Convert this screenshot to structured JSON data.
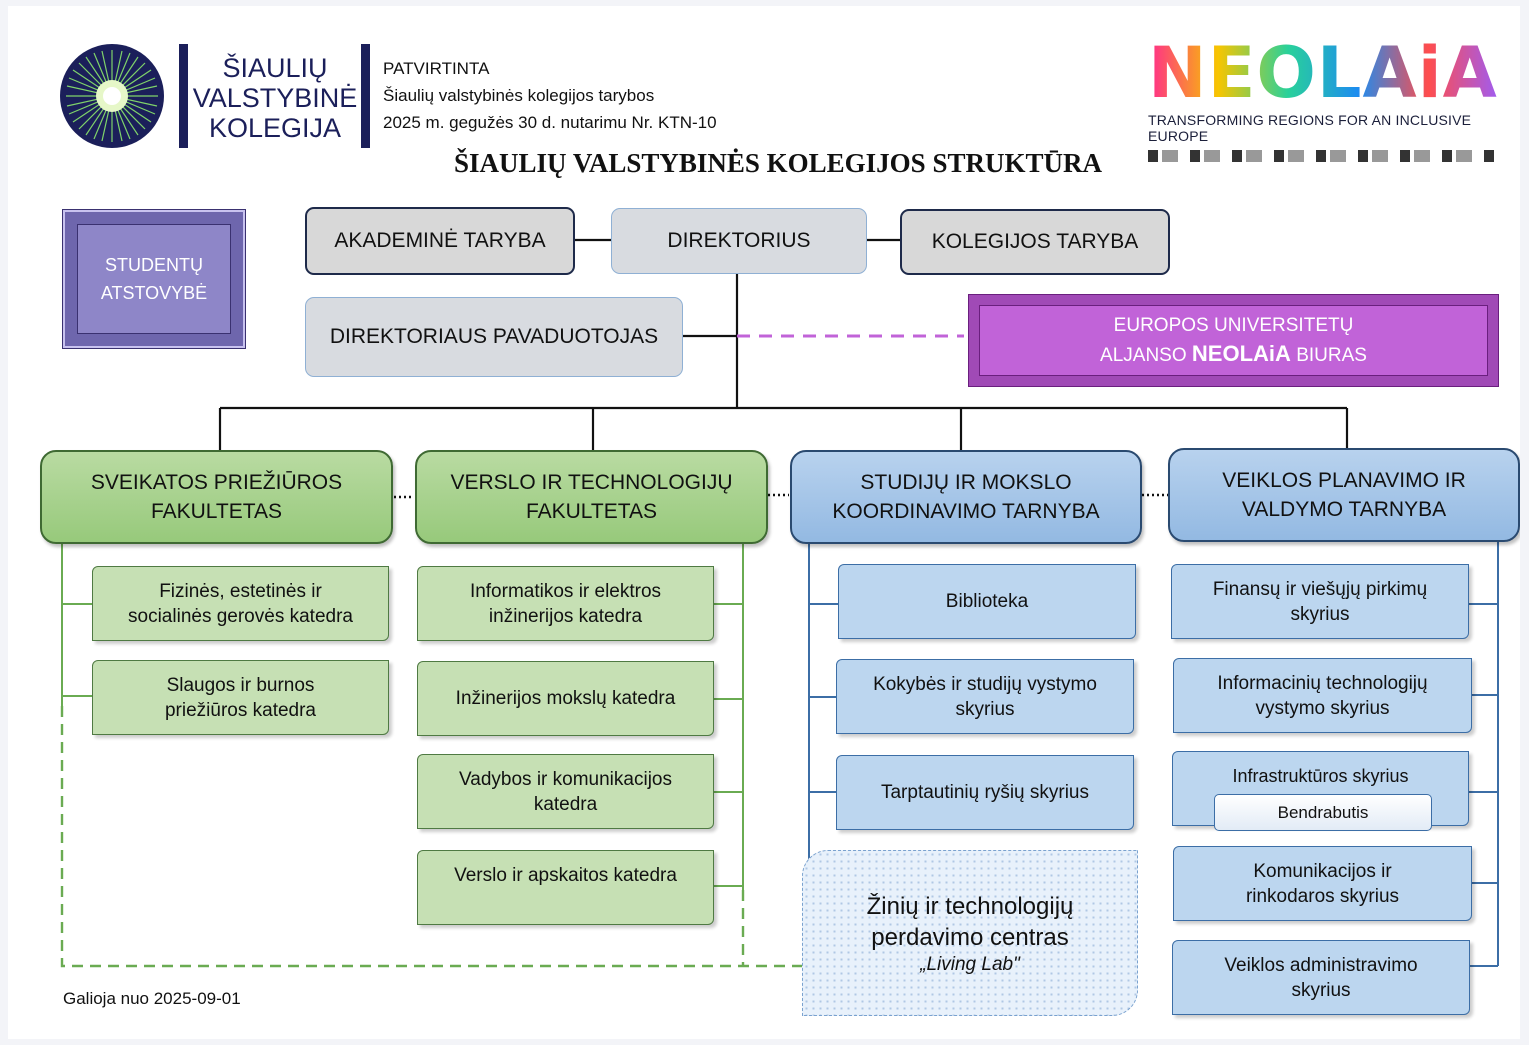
{
  "header": {
    "org_logo": {
      "line1": "ŠIAULIŲ",
      "line2": "VALSTYBINĖ",
      "line3": "KOLEGIJA"
    },
    "approval": {
      "label": "PATVIRTINTA",
      "body": "Šiaulių valstybinės kolegijos tarybos",
      "decision": "2025 m. gegužės 30 d. nutarimu Nr. KTN-10"
    },
    "neolaia": {
      "wordmark": "NEOLAiA",
      "tagline": "TRANSFORMING REGIONS FOR AN INCLUSIVE EUROPE"
    },
    "title": "ŠIAULIŲ VALSTYBINĖS KOLEGIJOS STRUKTŪRA"
  },
  "top": {
    "student_body": {
      "line1": "STUDENTŲ",
      "line2": "ATSTOVYBĖ"
    },
    "academic_board": "AKADEMINĖ TARYBA",
    "director": "DIREKTORIUS",
    "college_board": "KOLEGIJOS TARYBA",
    "deputy": "DIREKTORIAUS PAVADUOTOJAS",
    "eu_office": {
      "line1": "EUROPOS UNIVERSITETŲ",
      "line2_pre": "ALJANSO ",
      "line2_bold": "NEOLAiA",
      "line2_post": " BIURAS"
    }
  },
  "units": [
    {
      "line1": "SVEIKATOS PRIEŽIŪROS",
      "line2": "FAKULTETAS",
      "subunits": [
        {
          "line1": "Fizinės, estetinės ir",
          "line2": "socialinės gerovės katedra"
        },
        {
          "line1": "Slaugos ir burnos",
          "line2": "priežiūros katedra"
        }
      ]
    },
    {
      "line1": "VERSLO IR TECHNOLOGIJŲ",
      "line2": "FAKULTETAS",
      "subunits": [
        {
          "line1": "Informatikos ir elektros",
          "line2": "inžinerijos katedra"
        },
        {
          "line1": "Inžinerijos mokslų katedra",
          "line2": ""
        },
        {
          "line1": "Vadybos ir komunikacijos",
          "line2": "katedra"
        },
        {
          "line1": "Verslo ir apskaitos katedra",
          "line2": ""
        }
      ]
    },
    {
      "line1": "STUDIJŲ IR MOKSLO",
      "line2": "KOORDINAVIMO TARNYBA",
      "subunits": [
        {
          "line1": "Biblioteka",
          "line2": ""
        },
        {
          "line1": "Kokybės ir studijų vystymo",
          "line2": "skyrius"
        },
        {
          "line1": "Tarptautinių ryšių skyrius",
          "line2": ""
        }
      ]
    },
    {
      "line1": "VEIKLOS PLANAVIMO IR",
      "line2": "VALDYMO TARNYBA",
      "subunits": [
        {
          "line1": "Finansų ir viešųjų pirkimų",
          "line2": "skyrius"
        },
        {
          "line1": "Informacinių technologijų",
          "line2": "vystymo skyrius"
        },
        {
          "line1": "Infrastruktūros skyrius",
          "line2": "",
          "nested": "Bendrabutis"
        },
        {
          "line1": "Komunikacijos ir",
          "line2": "rinkodaros skyrius"
        },
        {
          "line1": "Veiklos administravimo",
          "line2": "skyrius"
        }
      ]
    }
  ],
  "living_lab": {
    "line1": "Žinių ir technologijų",
    "line2": "perdavimo centras",
    "line3": "„Living Lab\""
  },
  "footer": {
    "valid_from": "Galioja nuo 2025-09-01"
  },
  "colors": {
    "org_navy": "#1b1f5a",
    "green_unit": "#a9d18e",
    "blue_unit": "#9dc3e6",
    "student_body": "#8e86c8",
    "eu_office": "#c163d8"
  }
}
